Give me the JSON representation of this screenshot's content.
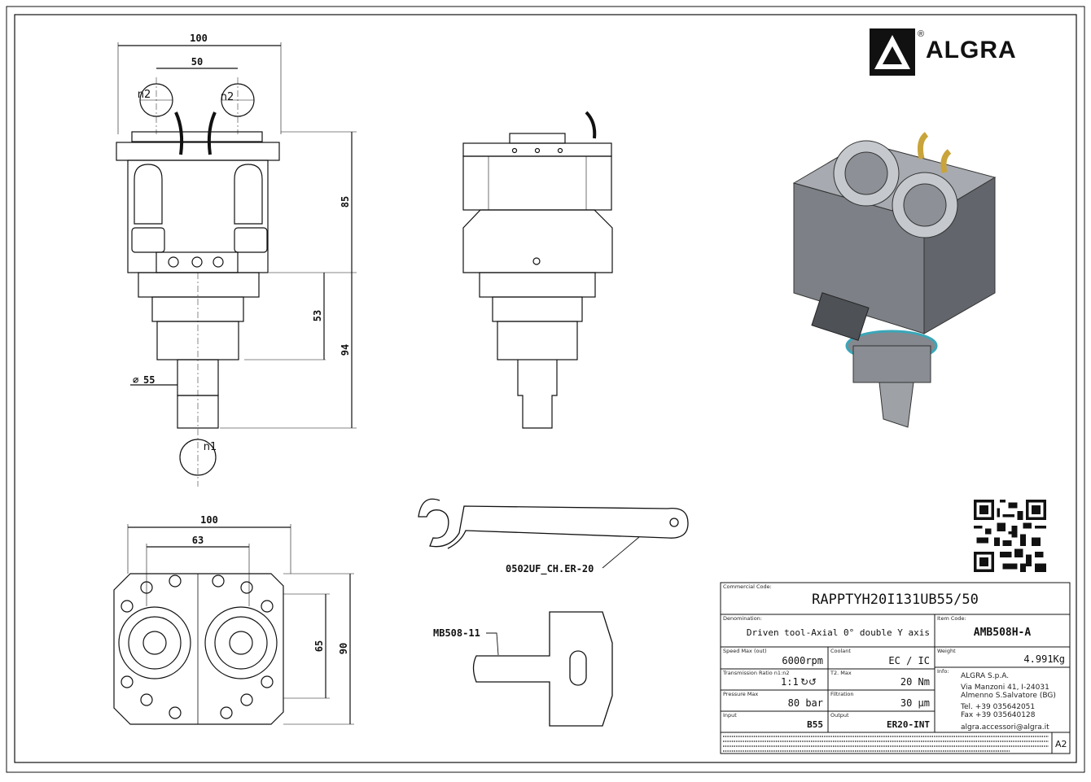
{
  "brand": {
    "name": "ALGRA",
    "registered": "®"
  },
  "dimensions": {
    "front_width": "100",
    "front_spacing": "50",
    "front_height_top": "85",
    "front_height_mid": "53",
    "front_height_bottom": "94",
    "diameter": "55",
    "spindle_label_left": "n2",
    "spindle_label_right": "n2",
    "drive_label": "n1",
    "bottom_width": "100",
    "bottom_spacing": "63",
    "bottom_height_inner": "65",
    "bottom_height_outer": "90"
  },
  "callouts": {
    "wrench": "0502UF_CH.ER-20",
    "key": "MB508-11"
  },
  "title_block": {
    "commercial_code_label": "Commercial Code:",
    "commercial_code": "RAPPTYH20I131UB55/50",
    "denomination_label": "Denomination:",
    "denomination": "Driven tool-Axial 0° double Y axis",
    "item_code_label": "Item Code:",
    "item_code": "AMB508H-A",
    "speed_label": "Speed Max (out)",
    "speed": "6000rpm",
    "coolant_label": "Coolant",
    "coolant": "EC / IC",
    "weight_label": "Weight",
    "weight": "4.991Kg",
    "ratio_label": "Transmission Ratio n1:n2",
    "ratio": "1:1",
    "torque_label": "T2. Max",
    "torque": "20 Nm",
    "info_label": "Info:",
    "pressure_label": "Pressure Max",
    "pressure": "80 bar",
    "filtration_label": "Filtration",
    "filtration": "30 µm",
    "input_label": "Input",
    "input": "B55",
    "output_label": "Output",
    "output": "ER20-INT",
    "company": "ALGRA S.p.A.",
    "address_1": "Via Manzoni 41, I-24031",
    "address_2": "Almenno S.Salvatore (BG)",
    "tel": "Tel. +39 035642051",
    "fax": "Fax +39 035640128",
    "email": "algra.accessori@algra.it",
    "sheet_size": "A2"
  },
  "colors": {
    "line": "#111111",
    "model_body": "#8c8f94",
    "model_dark": "#5a5d62",
    "brass": "#c9a43a",
    "ring": "#3aa6b8"
  }
}
